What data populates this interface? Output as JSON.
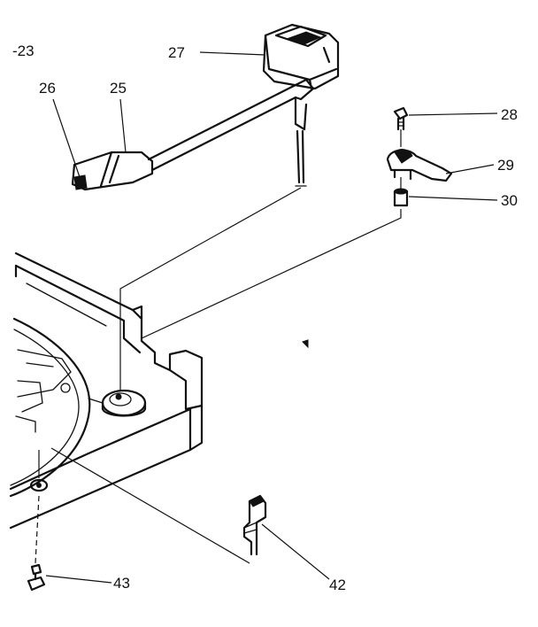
{
  "diagram": {
    "labels": {
      "assembly": "-23",
      "p25": "25",
      "p26": "26",
      "p27": "27",
      "p28": "28",
      "p29": "29",
      "p30": "30",
      "p42": "42",
      "p43": "43"
    },
    "colors": {
      "ink": "#111111",
      "paper": "#ffffff"
    }
  }
}
